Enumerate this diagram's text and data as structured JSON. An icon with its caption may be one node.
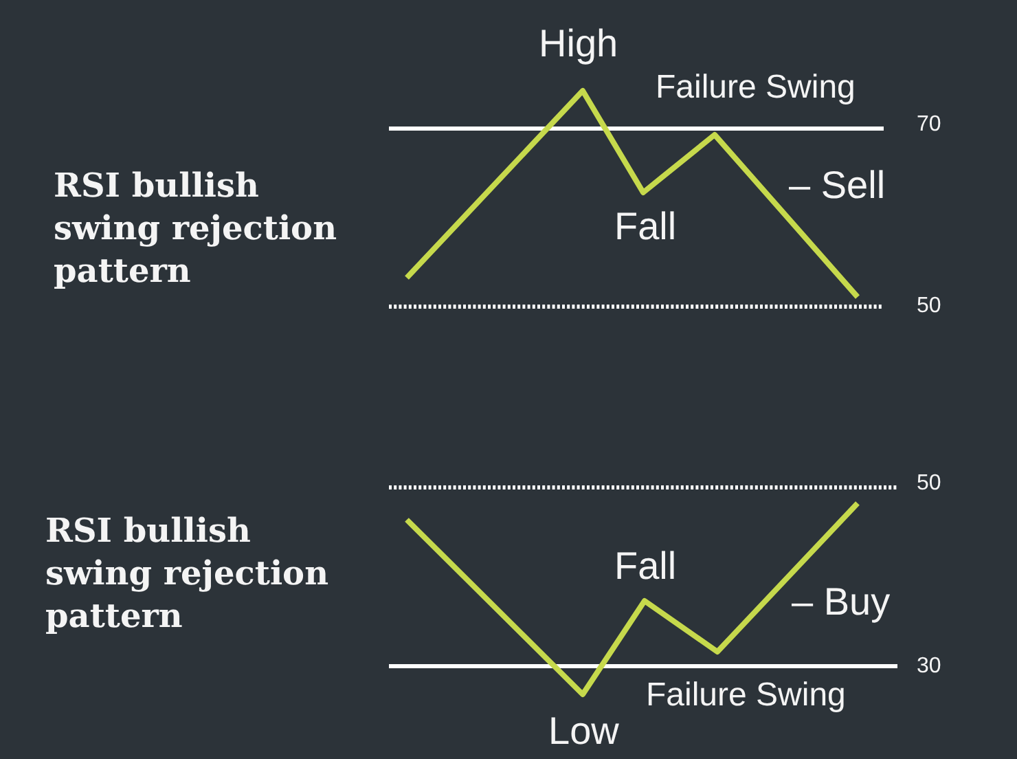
{
  "diagram": {
    "labels": [
      "High",
      "Failure Swing",
      "70",
      "RSI bullish swing rejection pattern",
      "– Sell",
      "Fall",
      "50",
      "50",
      "RSI bullish swing rejection pattern",
      "Fall",
      "– Buy",
      "30",
      "Failure Swing",
      "Low"
    ]
  }
}
